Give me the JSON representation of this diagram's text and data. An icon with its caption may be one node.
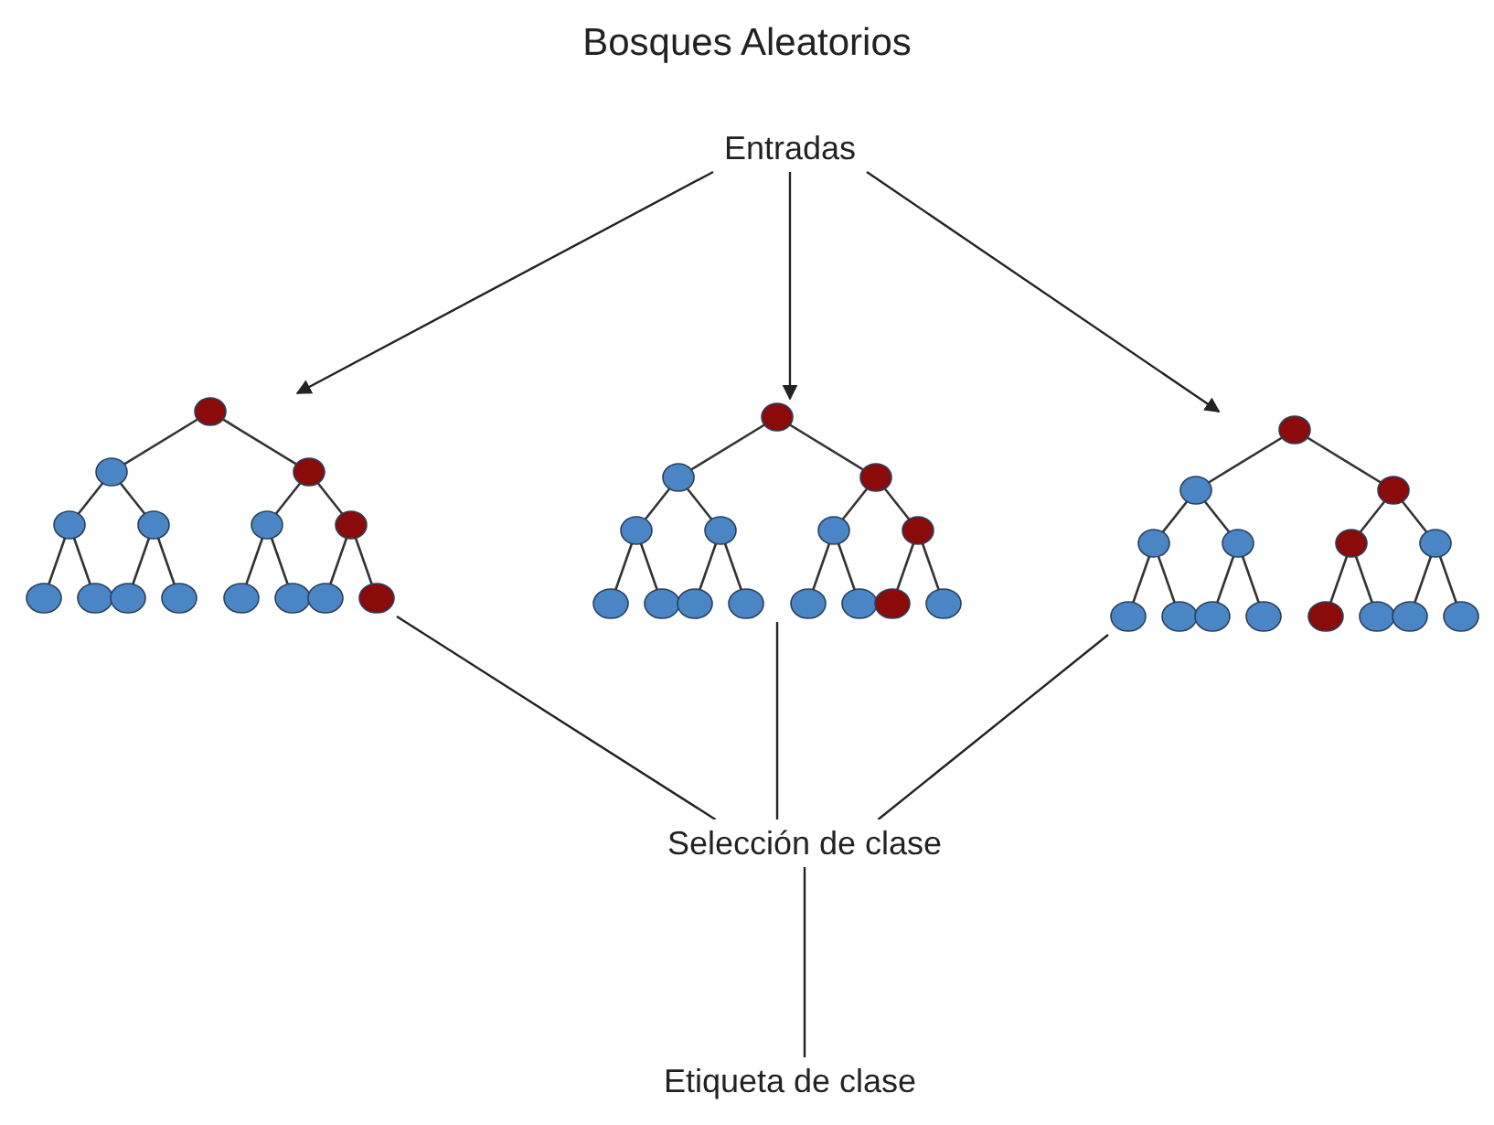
{
  "diagram": {
    "title": "Bosques Aleatorios",
    "nodes": [
      {
        "text": [
          "Entradas"
        ]
      },
      {
        "text": [],
        "shape": "tree"
      },
      {
        "text": [],
        "shape": "tree"
      },
      {
        "text": [],
        "shape": "tree"
      },
      {
        "text": [
          "Selección de clase"
        ]
      },
      {
        "text": [
          "Etiqueta de clase"
        ]
      }
    ],
    "edges": [
      {
        "from": 0,
        "to": 1,
        "arrow": "to"
      },
      {
        "from": 0,
        "to": 2,
        "arrow": "to"
      },
      {
        "from": 0,
        "to": 3,
        "arrow": "to"
      },
      {
        "from": 1,
        "to": 4,
        "arrow": "none"
      },
      {
        "from": 2,
        "to": 4,
        "arrow": "none"
      },
      {
        "from": 3,
        "to": 4,
        "arrow": "none"
      },
      {
        "from": 4,
        "to": 5,
        "arrow": "none"
      }
    ]
  }
}
